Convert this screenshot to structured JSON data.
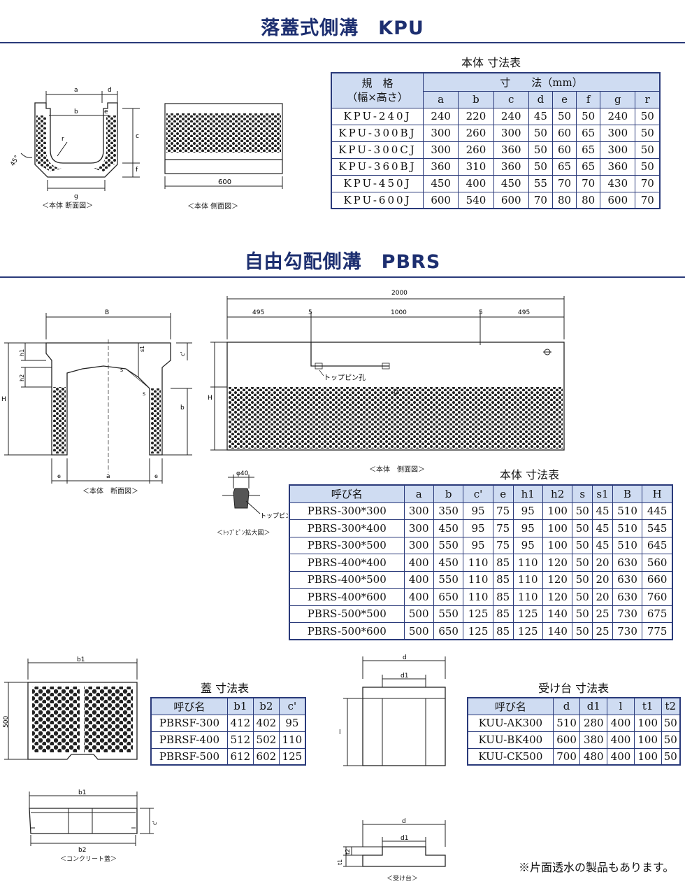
{
  "sections": {
    "kpu_title": "落蓋式側溝　KPU",
    "pbrs_title": "自由勾配側溝　PBRS"
  },
  "kpu": {
    "table_caption": "本体 寸法表",
    "header_spec": "規　格",
    "header_spec_sub": "（幅×高さ）",
    "header_dims": "寸　　法（mm）",
    "columns": [
      "a",
      "b",
      "c",
      "d",
      "e",
      "f",
      "g",
      "r"
    ],
    "rows": [
      {
        "name": "KPU-240J",
        "values": [
          "240",
          "220",
          "240",
          "45",
          "50",
          "50",
          "240",
          "50"
        ]
      },
      {
        "name": "KPU-300BJ",
        "values": [
          "300",
          "260",
          "300",
          "50",
          "60",
          "65",
          "300",
          "50"
        ]
      },
      {
        "name": "KPU-300CJ",
        "values": [
          "300",
          "260",
          "360",
          "50",
          "60",
          "65",
          "300",
          "50"
        ]
      },
      {
        "name": "KPU-360BJ",
        "values": [
          "360",
          "310",
          "360",
          "50",
          "65",
          "65",
          "360",
          "50"
        ]
      },
      {
        "name": "KPU-450J",
        "values": [
          "450",
          "400",
          "450",
          "55",
          "70",
          "70",
          "430",
          "70"
        ]
      },
      {
        "name": "KPU-600J",
        "values": [
          "600",
          "540",
          "600",
          "70",
          "80",
          "80",
          "600",
          "70"
        ]
      }
    ],
    "section_caption": "＜本体 断面図＞",
    "side_caption": "＜本体 側面図＞",
    "labels": {
      "a": "a",
      "d": "d",
      "b": "b",
      "e": "e",
      "c": "c",
      "f": "f",
      "g": "g",
      "r": "r",
      "angle": "45°",
      "length": "600"
    }
  },
  "pbrs": {
    "table_caption": "本体 寸法表",
    "columns": [
      "呼び名",
      "a",
      "b",
      "c'",
      "e",
      "h1",
      "h2",
      "s",
      "s1",
      "B",
      "H"
    ],
    "rows": [
      {
        "name": "PBRS-300*300",
        "values": [
          "300",
          "350",
          "95",
          "75",
          "95",
          "100",
          "50",
          "45",
          "510",
          "445"
        ]
      },
      {
        "name": "PBRS-300*400",
        "values": [
          "300",
          "450",
          "95",
          "75",
          "95",
          "100",
          "50",
          "45",
          "510",
          "545"
        ]
      },
      {
        "name": "PBRS-300*500",
        "values": [
          "300",
          "550",
          "95",
          "75",
          "95",
          "100",
          "50",
          "45",
          "510",
          "645"
        ]
      },
      {
        "name": "PBRS-400*400",
        "values": [
          "400",
          "450",
          "110",
          "85",
          "110",
          "120",
          "50",
          "20",
          "630",
          "560"
        ]
      },
      {
        "name": "PBRS-400*500",
        "values": [
          "400",
          "550",
          "110",
          "85",
          "110",
          "120",
          "50",
          "20",
          "630",
          "660"
        ]
      },
      {
        "name": "PBRS-400*600",
        "values": [
          "400",
          "650",
          "110",
          "85",
          "110",
          "120",
          "50",
          "20",
          "630",
          "760"
        ]
      },
      {
        "name": "PBRS-500*500",
        "values": [
          "500",
          "550",
          "125",
          "85",
          "125",
          "140",
          "50",
          "25",
          "730",
          "675"
        ]
      },
      {
        "name": "PBRS-500*600",
        "values": [
          "500",
          "650",
          "125",
          "85",
          "125",
          "140",
          "50",
          "25",
          "730",
          "775"
        ]
      }
    ],
    "section_caption": "＜本体　断面図＞",
    "side_caption": "＜本体　側面図＞",
    "pin_caption": "＜ﾄｯﾌﾟﾋﾟﾝ拡大図＞",
    "pin_hole_label": "トップピン孔",
    "pin_label": "トップピン",
    "pin_dia": "φ40",
    "labels": {
      "B": "B",
      "H": "H",
      "h1": "h1",
      "h2": "h2",
      "s1": "s1",
      "s": "s",
      "c": "c'",
      "b": "b",
      "a": "a",
      "e": "e",
      "total": "2000",
      "seg1": "495",
      "seg2": "5",
      "seg3": "1000",
      "seg4": "5",
      "seg5": "495"
    }
  },
  "lid": {
    "table_caption": "蓋 寸法表",
    "columns": [
      "呼び名",
      "b1",
      "b2",
      "c'"
    ],
    "rows": [
      {
        "name": "PBRSF-300",
        "values": [
          "412",
          "402",
          "95"
        ]
      },
      {
        "name": "PBRSF-400",
        "values": [
          "512",
          "502",
          "110"
        ]
      },
      {
        "name": "PBRSF-500",
        "values": [
          "612",
          "602",
          "125"
        ]
      }
    ],
    "caption": "＜コンクリート蓋＞",
    "labels": {
      "b1": "b1",
      "b2": "b2",
      "c": "c'",
      "h500": "500"
    }
  },
  "base": {
    "table_caption": "受け台 寸法表",
    "columns": [
      "呼び名",
      "d",
      "d1",
      "l",
      "t1",
      "t2"
    ],
    "rows": [
      {
        "name": "KUU-AK300",
        "values": [
          "510",
          "280",
          "400",
          "100",
          "50"
        ]
      },
      {
        "name": "KUU-BK400",
        "values": [
          "600",
          "380",
          "400",
          "100",
          "50"
        ]
      },
      {
        "name": "KUU-CK500",
        "values": [
          "700",
          "480",
          "400",
          "100",
          "50"
        ]
      }
    ],
    "caption": "＜受け台＞",
    "labels": {
      "d": "d",
      "d1": "d1",
      "l": "l",
      "t1": "t1",
      "t2": "t2"
    }
  },
  "note": "※片面透水の製品もあります。",
  "colors": {
    "navy": "#1d2f70",
    "header_fill": "#cfdcf2",
    "border": "#2a3a7a"
  }
}
